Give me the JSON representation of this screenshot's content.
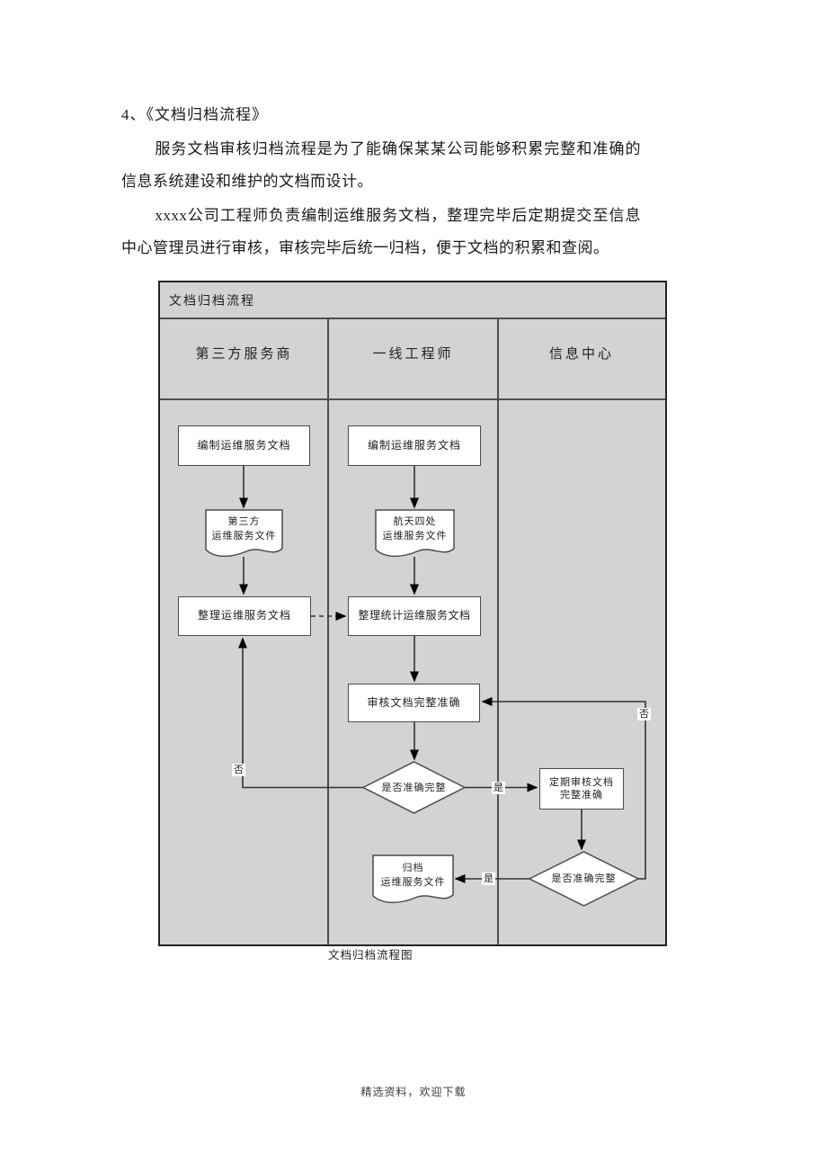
{
  "page": {
    "heading": "4、《文档归档流程》",
    "paragraph1": "服务文档审核归档流程是为了能确保某某公司能够积累完整和准确的信息系统建设和维护的文档而设计。",
    "paragraph2": "xxxx公司工程师负责编制运维服务文档，整理完毕后定期提交至信息中心管理员进行审核，审核完毕后统一归档，便于文档的积累和查阅。",
    "caption": "文档归档流程图",
    "footer": "精选资料，欢迎下载"
  },
  "flowchart": {
    "title": "文档归档流程",
    "lanes": [
      {
        "label": "第三方服务商"
      },
      {
        "label": "一线工程师"
      },
      {
        "label": "信息中心"
      }
    ],
    "nodes": {
      "compile_doc_vendor": "编制运维服务文档",
      "compile_doc_engineer": "编制运维服务文档",
      "doc_vendor": {
        "line1": "第三方",
        "line2": "运维服务文件"
      },
      "doc_engineer": {
        "line1": "航天四处",
        "line2": "运维服务文件"
      },
      "organize_vendor": "整理运维服务文档",
      "organize_engineer": "整理统计运维服务文档",
      "review": "审核文档完整准确",
      "decision1": "是否准确完整",
      "periodic_review": {
        "line1": "定期审核文档",
        "line2": "完整准确"
      },
      "decision2": "是否准确完整",
      "doc_archive": {
        "line1": "归档",
        "line2": "运维服务文件"
      }
    },
    "edge_labels": {
      "no1": "否",
      "yes1": "是",
      "no2": "否",
      "yes2": "是"
    },
    "colors": {
      "chart_bg": "#d3d3d3",
      "node_fill": "#ffffff",
      "line": "#3c3c3c",
      "border": "#242424"
    }
  }
}
